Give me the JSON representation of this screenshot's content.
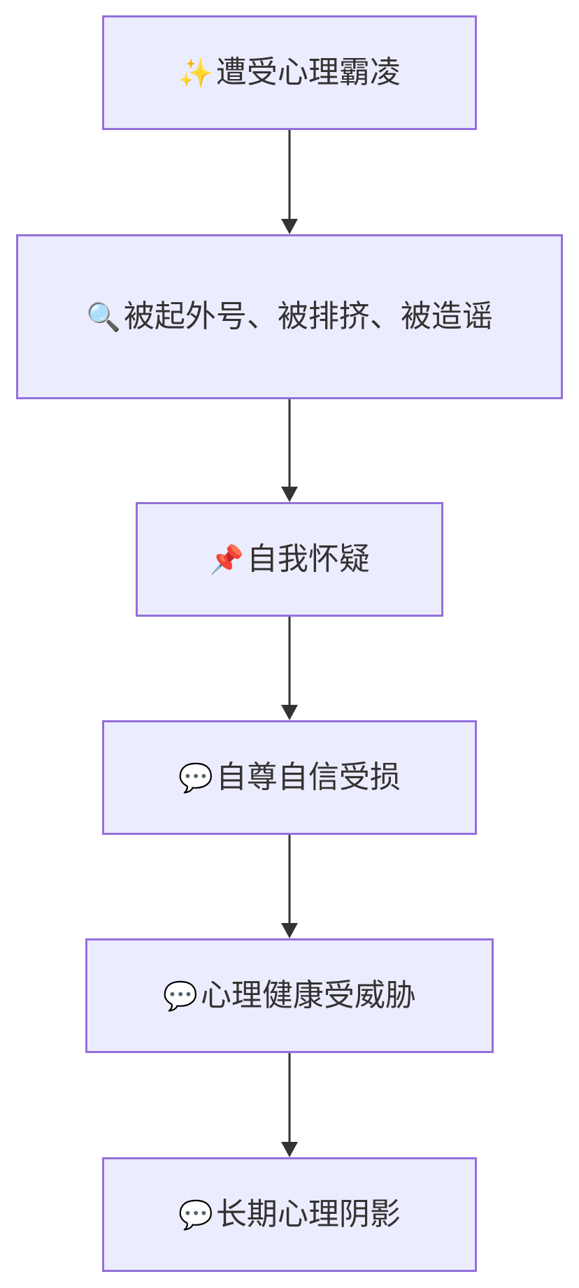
{
  "flowchart": {
    "nodes": [
      {
        "icon": "sparkles-icon",
        "glyph": "✨",
        "text": "遭受心理霸凌"
      },
      {
        "icon": "magnifier-icon",
        "glyph": "🔍",
        "text": "被起外号、被排挤、被造谣"
      },
      {
        "icon": "pushpin-icon",
        "glyph": "📌",
        "text": "自我怀疑"
      },
      {
        "icon": "speech-bubble-icon",
        "glyph": "💬",
        "text": "自尊自信受损"
      },
      {
        "icon": "speech-bubble-icon",
        "glyph": "💬",
        "text": "心理健康受威胁"
      },
      {
        "icon": "speech-bubble-icon",
        "glyph": "💬",
        "text": "长期心理阴影"
      }
    ],
    "edges": [
      {
        "from": 0,
        "to": 1
      },
      {
        "from": 1,
        "to": 2
      },
      {
        "from": 2,
        "to": 3
      },
      {
        "from": 3,
        "to": 4
      },
      {
        "from": 4,
        "to": 5
      }
    ],
    "colors": {
      "node_fill": "#ececff",
      "node_border": "#9370db",
      "edge": "#333333",
      "text": "#333333"
    }
  }
}
